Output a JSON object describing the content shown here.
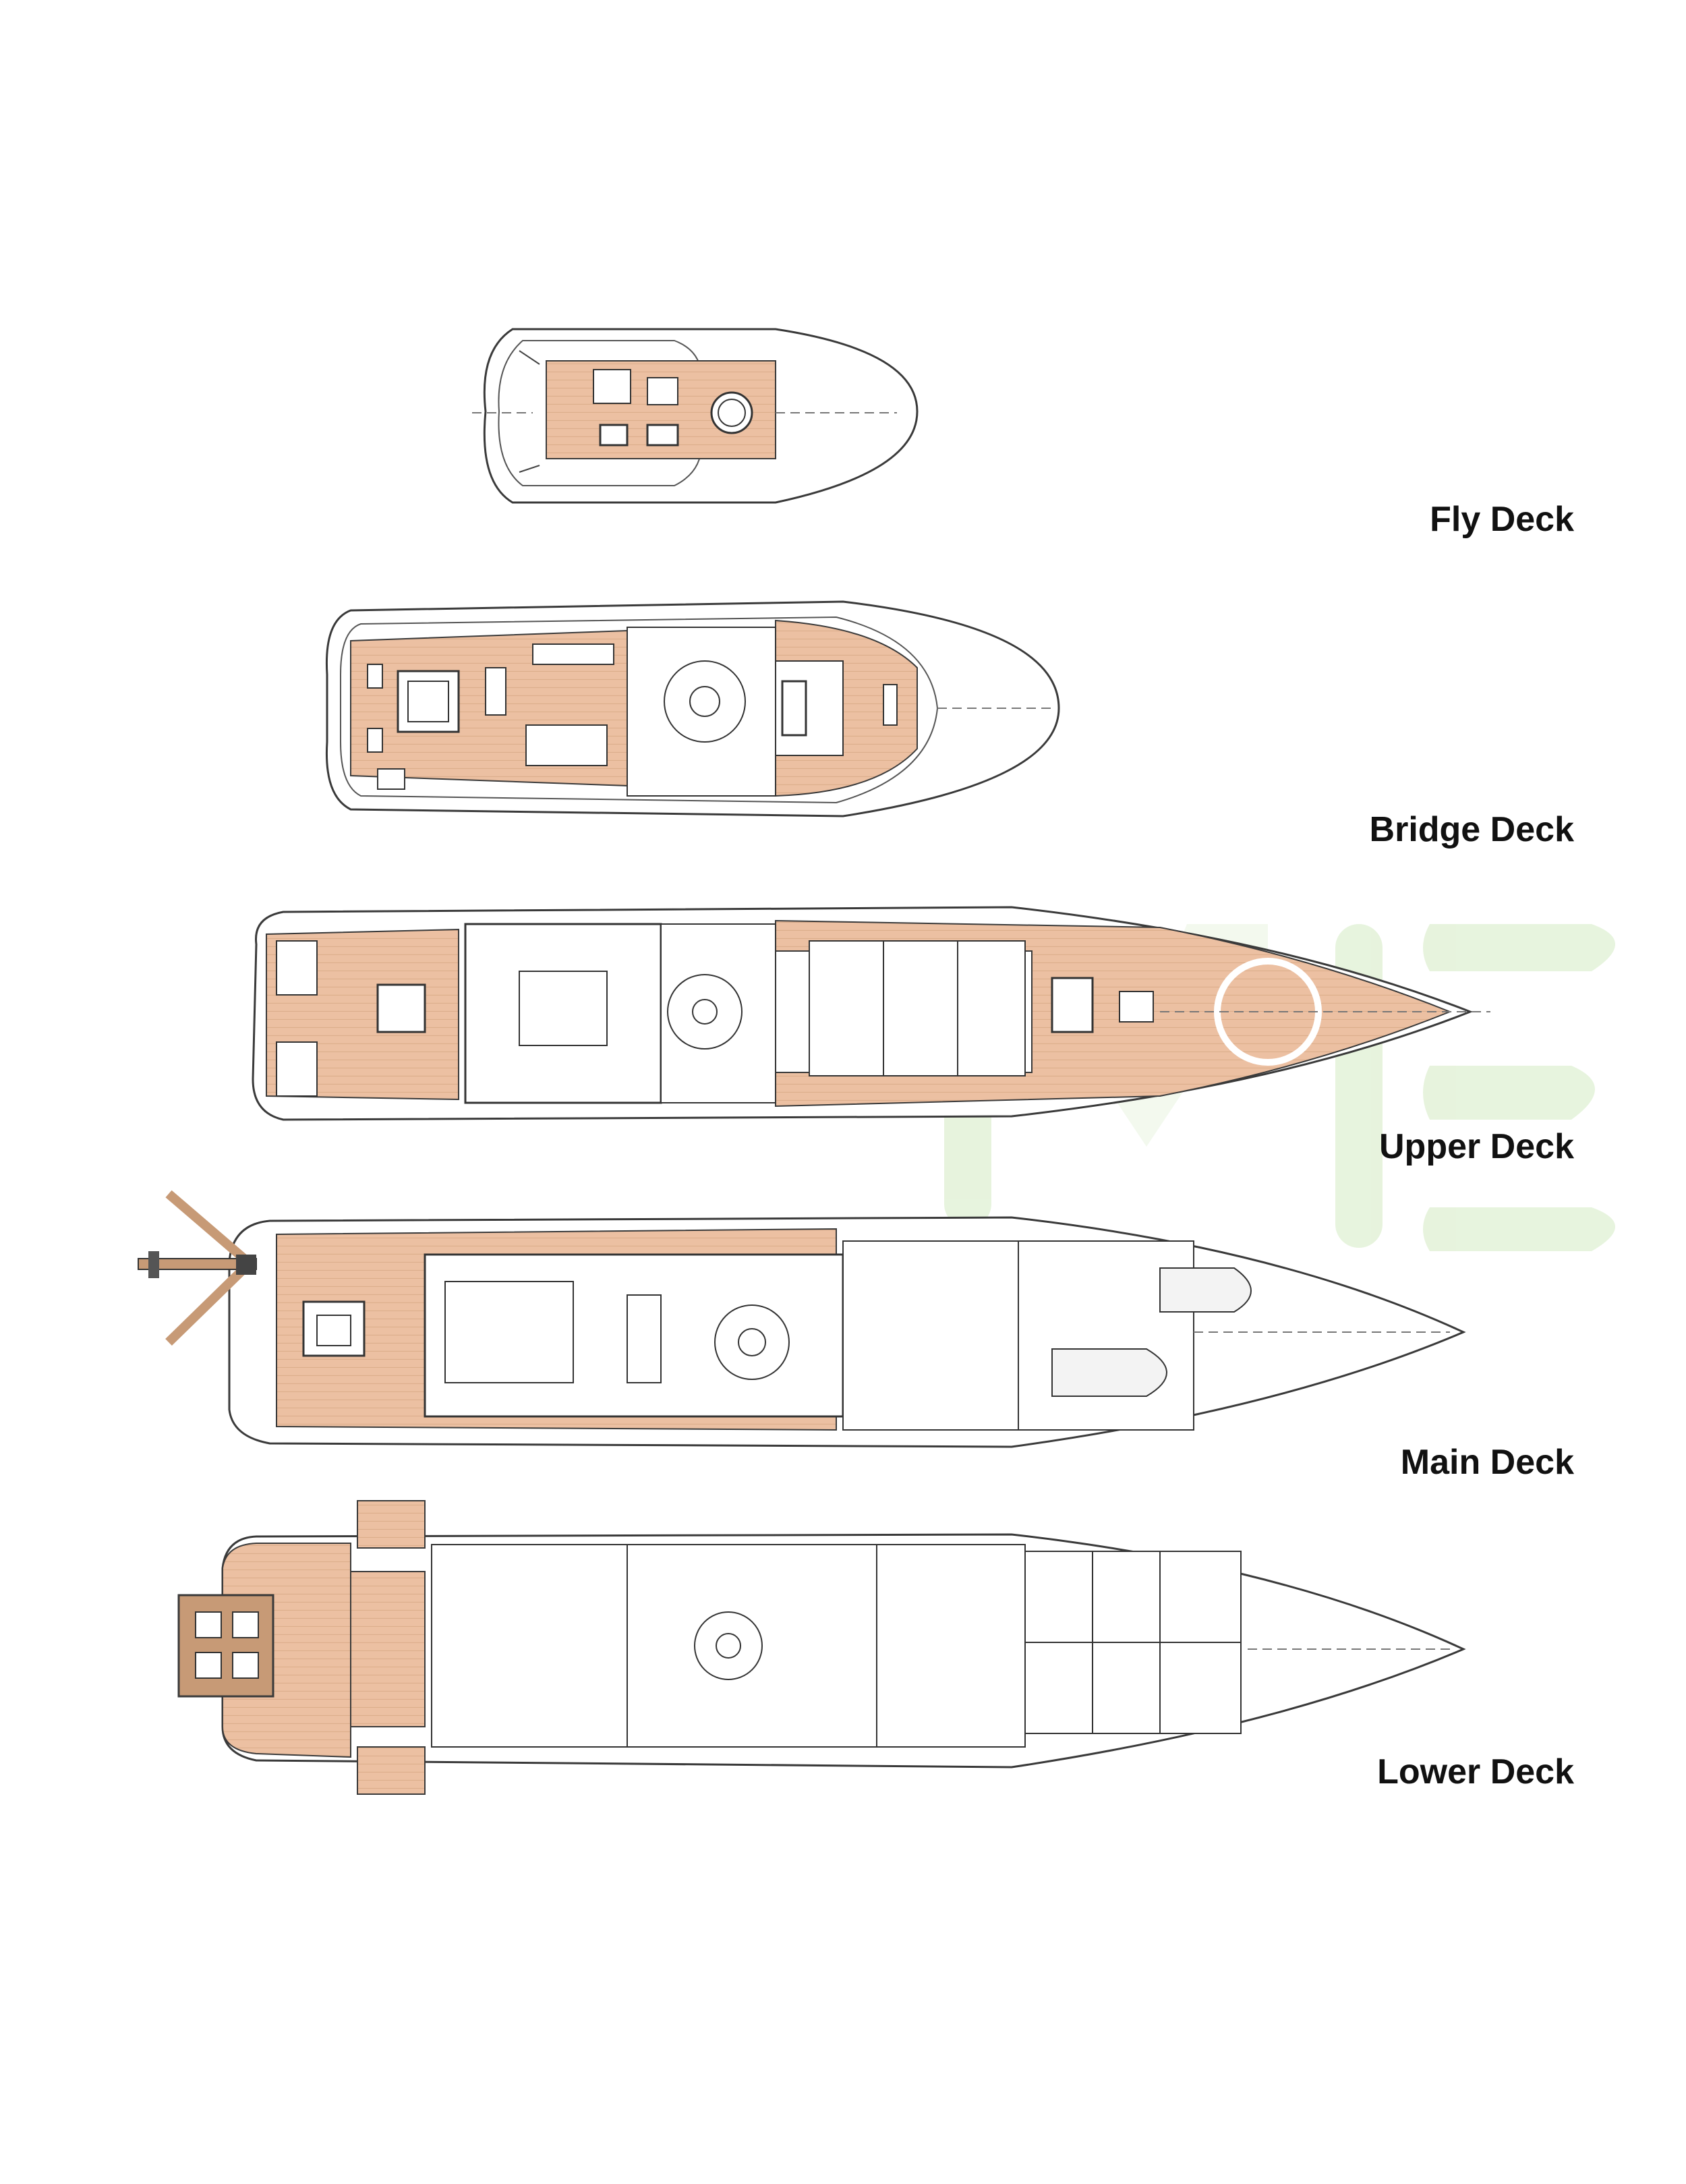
{
  "decks": [
    {
      "id": "fly",
      "label": "Fly Deck"
    },
    {
      "id": "bridge",
      "label": "Bridge Deck"
    },
    {
      "id": "upper",
      "label": "Upper Deck"
    },
    {
      "id": "main",
      "label": "Main Deck"
    },
    {
      "id": "lower",
      "label": "Lower Deck"
    }
  ],
  "colors": {
    "teak": "#ecc0a2",
    "teak_line": "#d9a987",
    "line": "#3a3a3a",
    "watermark": "#e3f2d8"
  },
  "watermark_icon": "stylized-ME-watermark"
}
